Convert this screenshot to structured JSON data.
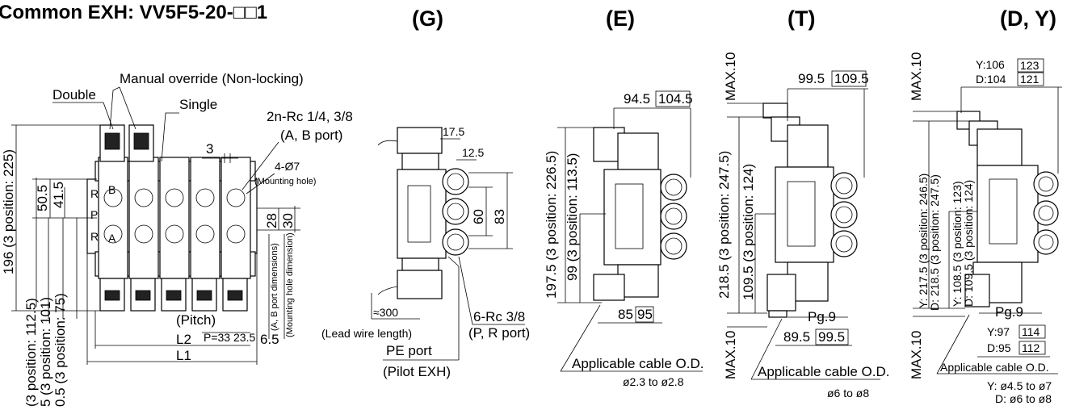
{
  "title": "Common EXH: VV5F5-20-□□1",
  "views": {
    "g": {
      "heading": "(G)"
    },
    "e": {
      "heading": "(E)"
    },
    "t": {
      "heading": "(T)"
    },
    "dy": {
      "heading": "(D, Y)"
    }
  },
  "manifold": {
    "manual_override": "Manual override (Non-locking)",
    "double": "Double",
    "single": "Single",
    "port_spec": "2n-Rc 1/4, 3/8",
    "port_spec_sub": "(A, B port)",
    "mounting_hole": "4-Ø7",
    "mounting_hole_sub": "(Mounting hole)",
    "dim_3": "3",
    "dim_50_5": "50.5",
    "dim_41_5": "41.5",
    "dim_28": "28",
    "dim_30": "30",
    "dim_196": "196 (3 position: 225)",
    "dim_112_5": "(3 position: 112.5)",
    "dim_101": "5 (3 position: 101)",
    "dim_75": "0.5 (3 position: 75)",
    "ab_port_dims": "(A, B port dimensions)",
    "mount_hole_dim": "(Mounting hole dimension)",
    "pitch": "(Pitch)",
    "pitch_value": "P=33",
    "dim_23_5": "23.5",
    "dim_6_5": "6.5",
    "l2": "L2",
    "l1": "L1",
    "port_letters": [
      "B",
      "A",
      "R",
      "P",
      "R"
    ]
  },
  "g_view": {
    "dim_17_5": "17.5",
    "dim_12_5": "12.5",
    "dim_60": "60",
    "dim_83": "83",
    "lead_len": "≈300",
    "lead_wire": "(Lead wire length)",
    "pr_port": "6-Rc 3/8",
    "pr_port_sub": "(P, R port)",
    "pe_port": "PE port",
    "pe_port_sub": "(Pilot EXH)"
  },
  "e_view": {
    "top_dim": "94.5",
    "top_dim_box": "104.5",
    "v_outer": "197.5 (3 position: 226.5)",
    "v_inner": "99 (3 position: 113.5)",
    "bottom_dim": "85",
    "bottom_dim_box": "95",
    "cable": "Applicable cable O.D.",
    "cable_range": "ø2.3 to ø2.8"
  },
  "t_view": {
    "max_top": "MAX.10",
    "max_bottom": "MAX.10",
    "top_dim": "99.5",
    "top_dim_box": "109.5",
    "v_outer": "218.5 (3 position: 247.5)",
    "v_inner": "109.5 (3 position: 124)",
    "pg": "Pg.9",
    "bottom_dim": "89.5",
    "bottom_dim_box": "99.5",
    "cable": "Applicable cable O.D.",
    "cable_range": "ø6 to ø8"
  },
  "dy_view": {
    "max_top": "MAX.10",
    "max_bottom": "MAX.10",
    "top_y": "Y:106",
    "top_y_box": "123",
    "top_d": "D:104",
    "top_d_box": "121",
    "v_outer_y": "Y: 217.5 (3 position: 246.5)",
    "v_outer_d": "D: 218.5 (3 position: 247.5)",
    "v_inner_y": "Y: 108.5 (3 position: 123)",
    "v_inner_d": "D: 109.5 (3 position: 124)",
    "pg": "Pg.9",
    "bot_y": "Y:97",
    "bot_y_box": "114",
    "bot_d": "D:95",
    "bot_d_box": "112",
    "cable": "Applicable cable O.D.",
    "cable_y": "Y: ø4.5 to ø7",
    "cable_d": "D: ø6 to ø8"
  }
}
